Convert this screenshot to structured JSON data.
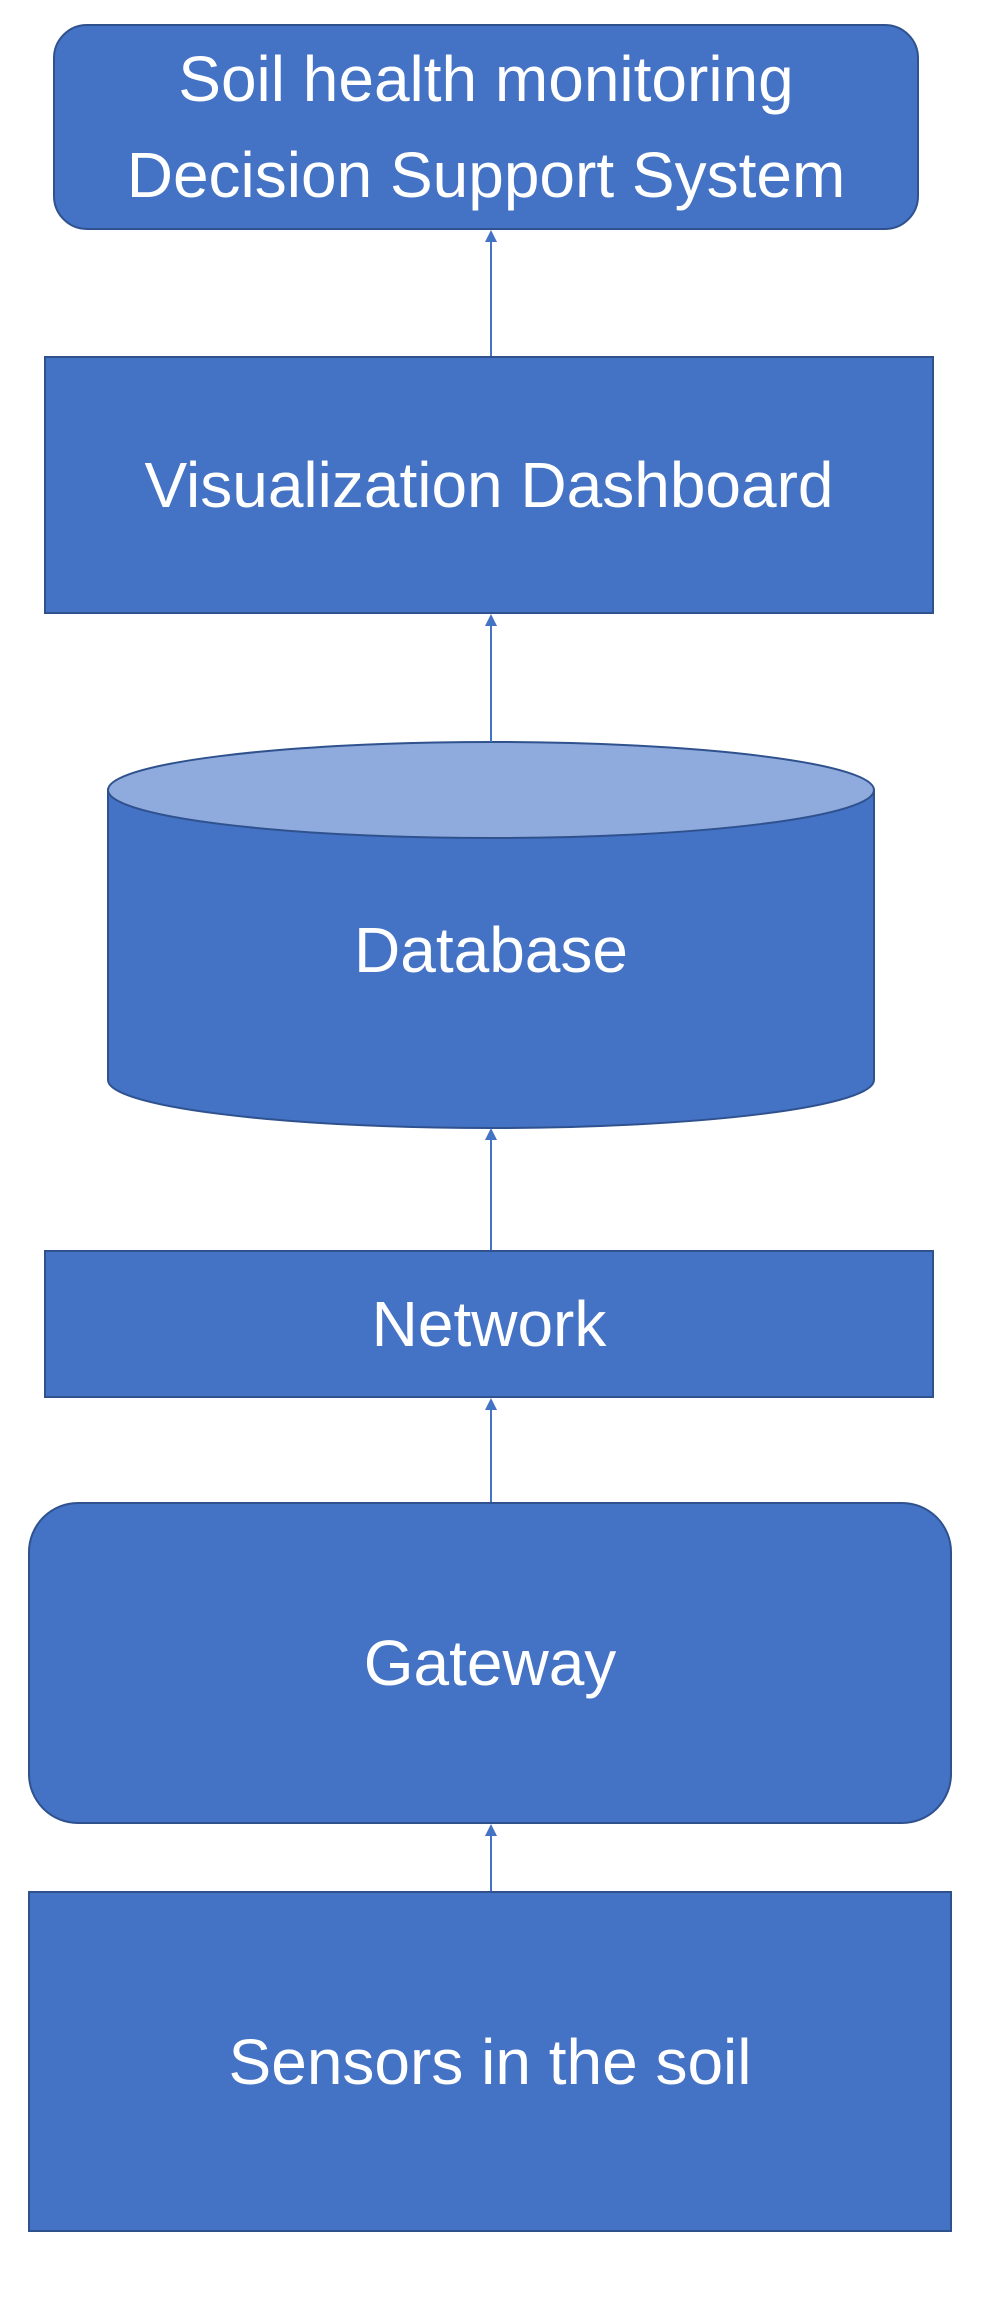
{
  "diagram": {
    "top_box": {
      "line1": "Soil health monitoring",
      "line2": "Decision Support System"
    },
    "visualization": {
      "label": "Visualization Dashboard"
    },
    "database": {
      "label": "Database"
    },
    "network": {
      "label": "Network"
    },
    "gateway": {
      "label": "Gateway"
    },
    "sensors": {
      "label": "Sensors in the soil"
    }
  },
  "colors": {
    "box_fill": "#4472C4",
    "box_border": "#2F528F",
    "cylinder_top": "#8FAADC",
    "arrow": "#4472C4",
    "text": "#FFFFFF"
  }
}
